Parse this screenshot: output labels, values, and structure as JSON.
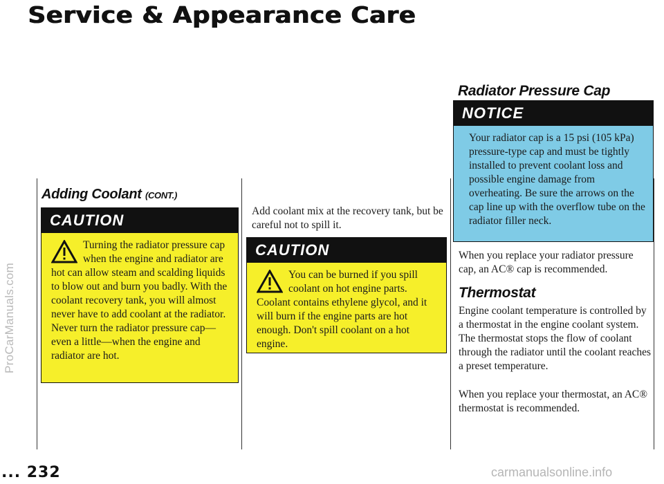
{
  "header": {
    "title": "Service & Appearance Care"
  },
  "watermark": {
    "side": "ProCarManuals.com",
    "bottom": "carmanualsonline.info"
  },
  "page_number": "232",
  "page_number_prefix": "...",
  "col1": {
    "heading": "Adding Coolant",
    "heading_suffix": "(CONT.)",
    "caution": {
      "label": "CAUTION",
      "text": "Turning the radiator pressure cap when the engine and radiator are hot can allow steam and scalding liquids to blow out and burn you badly. With the coolant recovery tank, you will almost never have to add coolant at the radiator. Never turn the radiator pressure cap—even a little—when the engine and radiator are hot."
    }
  },
  "col2": {
    "paragraph": "Add coolant mix at the recovery tank, but be careful not to spill it.",
    "caution": {
      "label": "CAUTION",
      "text": "You can be burned if you spill coolant on hot engine parts. Coolant contains ethylene glycol, and it will burn if the engine parts are hot enough. Don't spill coolant on a hot engine."
    }
  },
  "col3": {
    "heading": "Radiator Pressure Cap",
    "notice": {
      "label": "NOTICE",
      "text": "Your radiator cap is a 15 psi (105 kPa) pressure-type cap and must be tightly installed to prevent coolant loss and possible engine damage from overheating. Be sure the arrows on the cap line up with the overflow tube on the radiator filler neck."
    },
    "paragraph1": "When you replace your radiator pressure cap, an AC® cap is recommended.",
    "heading2": "Thermostat",
    "paragraph2": "Engine coolant temperature is controlled by a thermostat in the engine coolant system. The thermostat stops the flow of coolant through the radiator until the coolant reaches a preset temperature.",
    "paragraph3": "When you replace your thermostat, an AC® thermostat is recommended."
  },
  "colors": {
    "caution_bg": "#f6ef2a",
    "notice_bg": "#7fcbe6",
    "bar": "#111111"
  },
  "icons": {
    "warning": "warning-triangle-icon"
  }
}
